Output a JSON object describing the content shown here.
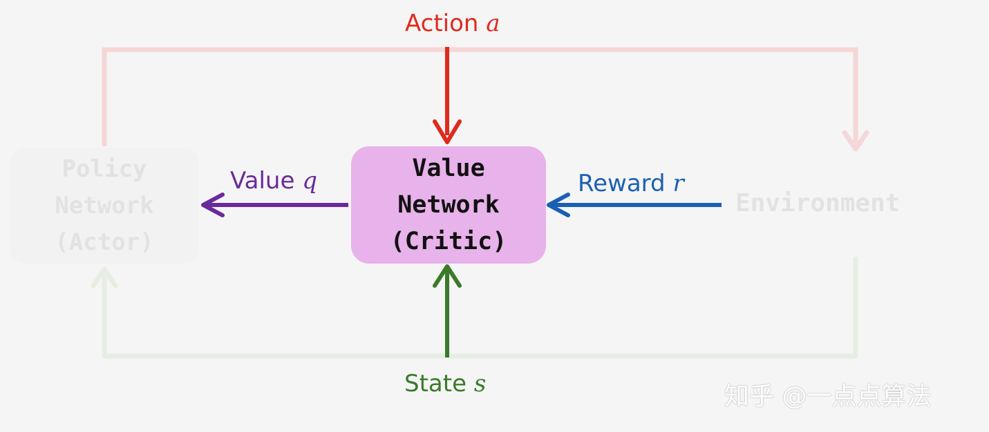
{
  "diagram": {
    "critic_box": {
      "lines": [
        "Value",
        "Network",
        "(Critic)"
      ],
      "fill": "#e8b2ea"
    },
    "policy_box": {
      "lines": [
        "Policy",
        "Network",
        "(Actor)"
      ]
    },
    "environment": {
      "label": "Environment"
    },
    "edges": {
      "action": {
        "word": "Action",
        "symbol": "a",
        "color": "#e02a1c"
      },
      "value": {
        "word": "Value",
        "symbol": "q",
        "color": "#6a2a9a"
      },
      "reward": {
        "word": "Reward",
        "symbol": "r",
        "color": "#1a5fb4"
      },
      "state": {
        "word": "State",
        "symbol": "s",
        "color": "#3a7a2a"
      }
    },
    "faded_loop_colors": {
      "top": "#f6d6d6",
      "bottom": "#e6eee2"
    }
  },
  "watermark": "知乎 @一点点算法"
}
